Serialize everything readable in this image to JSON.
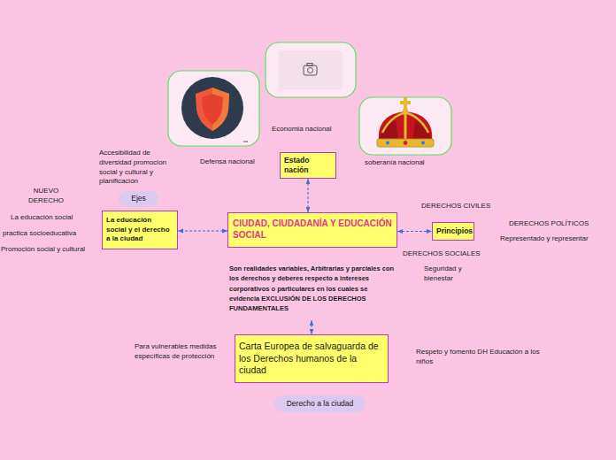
{
  "diagram": {
    "nodes": [
      {
        "text": [
          "Estado nación"
        ]
      },
      {
        "text": [
          "Ejes"
        ]
      },
      {
        "text": [
          "La educación social y el derecho a la ciudad"
        ]
      },
      {
        "text": [
          "CIUDAD, CIUDADANÍA Y EDUCACIÓN SOCIAL",
          "Son realidades variables, Arbitrarias y parciales con los derechos y deberes respecto a intereses corporativos o particulares en los cuales se evidencia EXCLUSIÓN DE LOS DERECHOS FUNDAMENTALES"
        ]
      },
      {
        "text": [
          "Principios"
        ]
      },
      {
        "text": [
          "Carta Europea de salvaguarda de los Derechos humanos  de la ciudad"
        ]
      },
      {
        "text": [
          "Derecho a la ciudad"
        ]
      }
    ],
    "edges": [
      {
        "from": 3,
        "to": 0,
        "arrow": "both"
      },
      {
        "from": 3,
        "to": 2,
        "arrow": "both"
      },
      {
        "from": 3,
        "to": 4,
        "arrow": "both"
      },
      {
        "from": 3,
        "to": 5,
        "arrow": "both"
      }
    ],
    "labels": [
      "Economia nacional",
      "Accesibilidad de diversidad promocion social y cultural y planificación",
      "Defensa nacional",
      "soberanía nacional",
      "NUEVO DERECHO",
      "DERECHOS CIVILES",
      "La educación social",
      "DERECHOS POLÍTICOS",
      "practica socioeducativa",
      "Representado y representar",
      "Promoción social y cultural",
      "DERECHOS SOCIALES",
      "Seguridad y bienestar",
      "Para vulnerables medidas específicas de protección",
      "Respeto y fomento DH Educación a los niños"
    ]
  }
}
